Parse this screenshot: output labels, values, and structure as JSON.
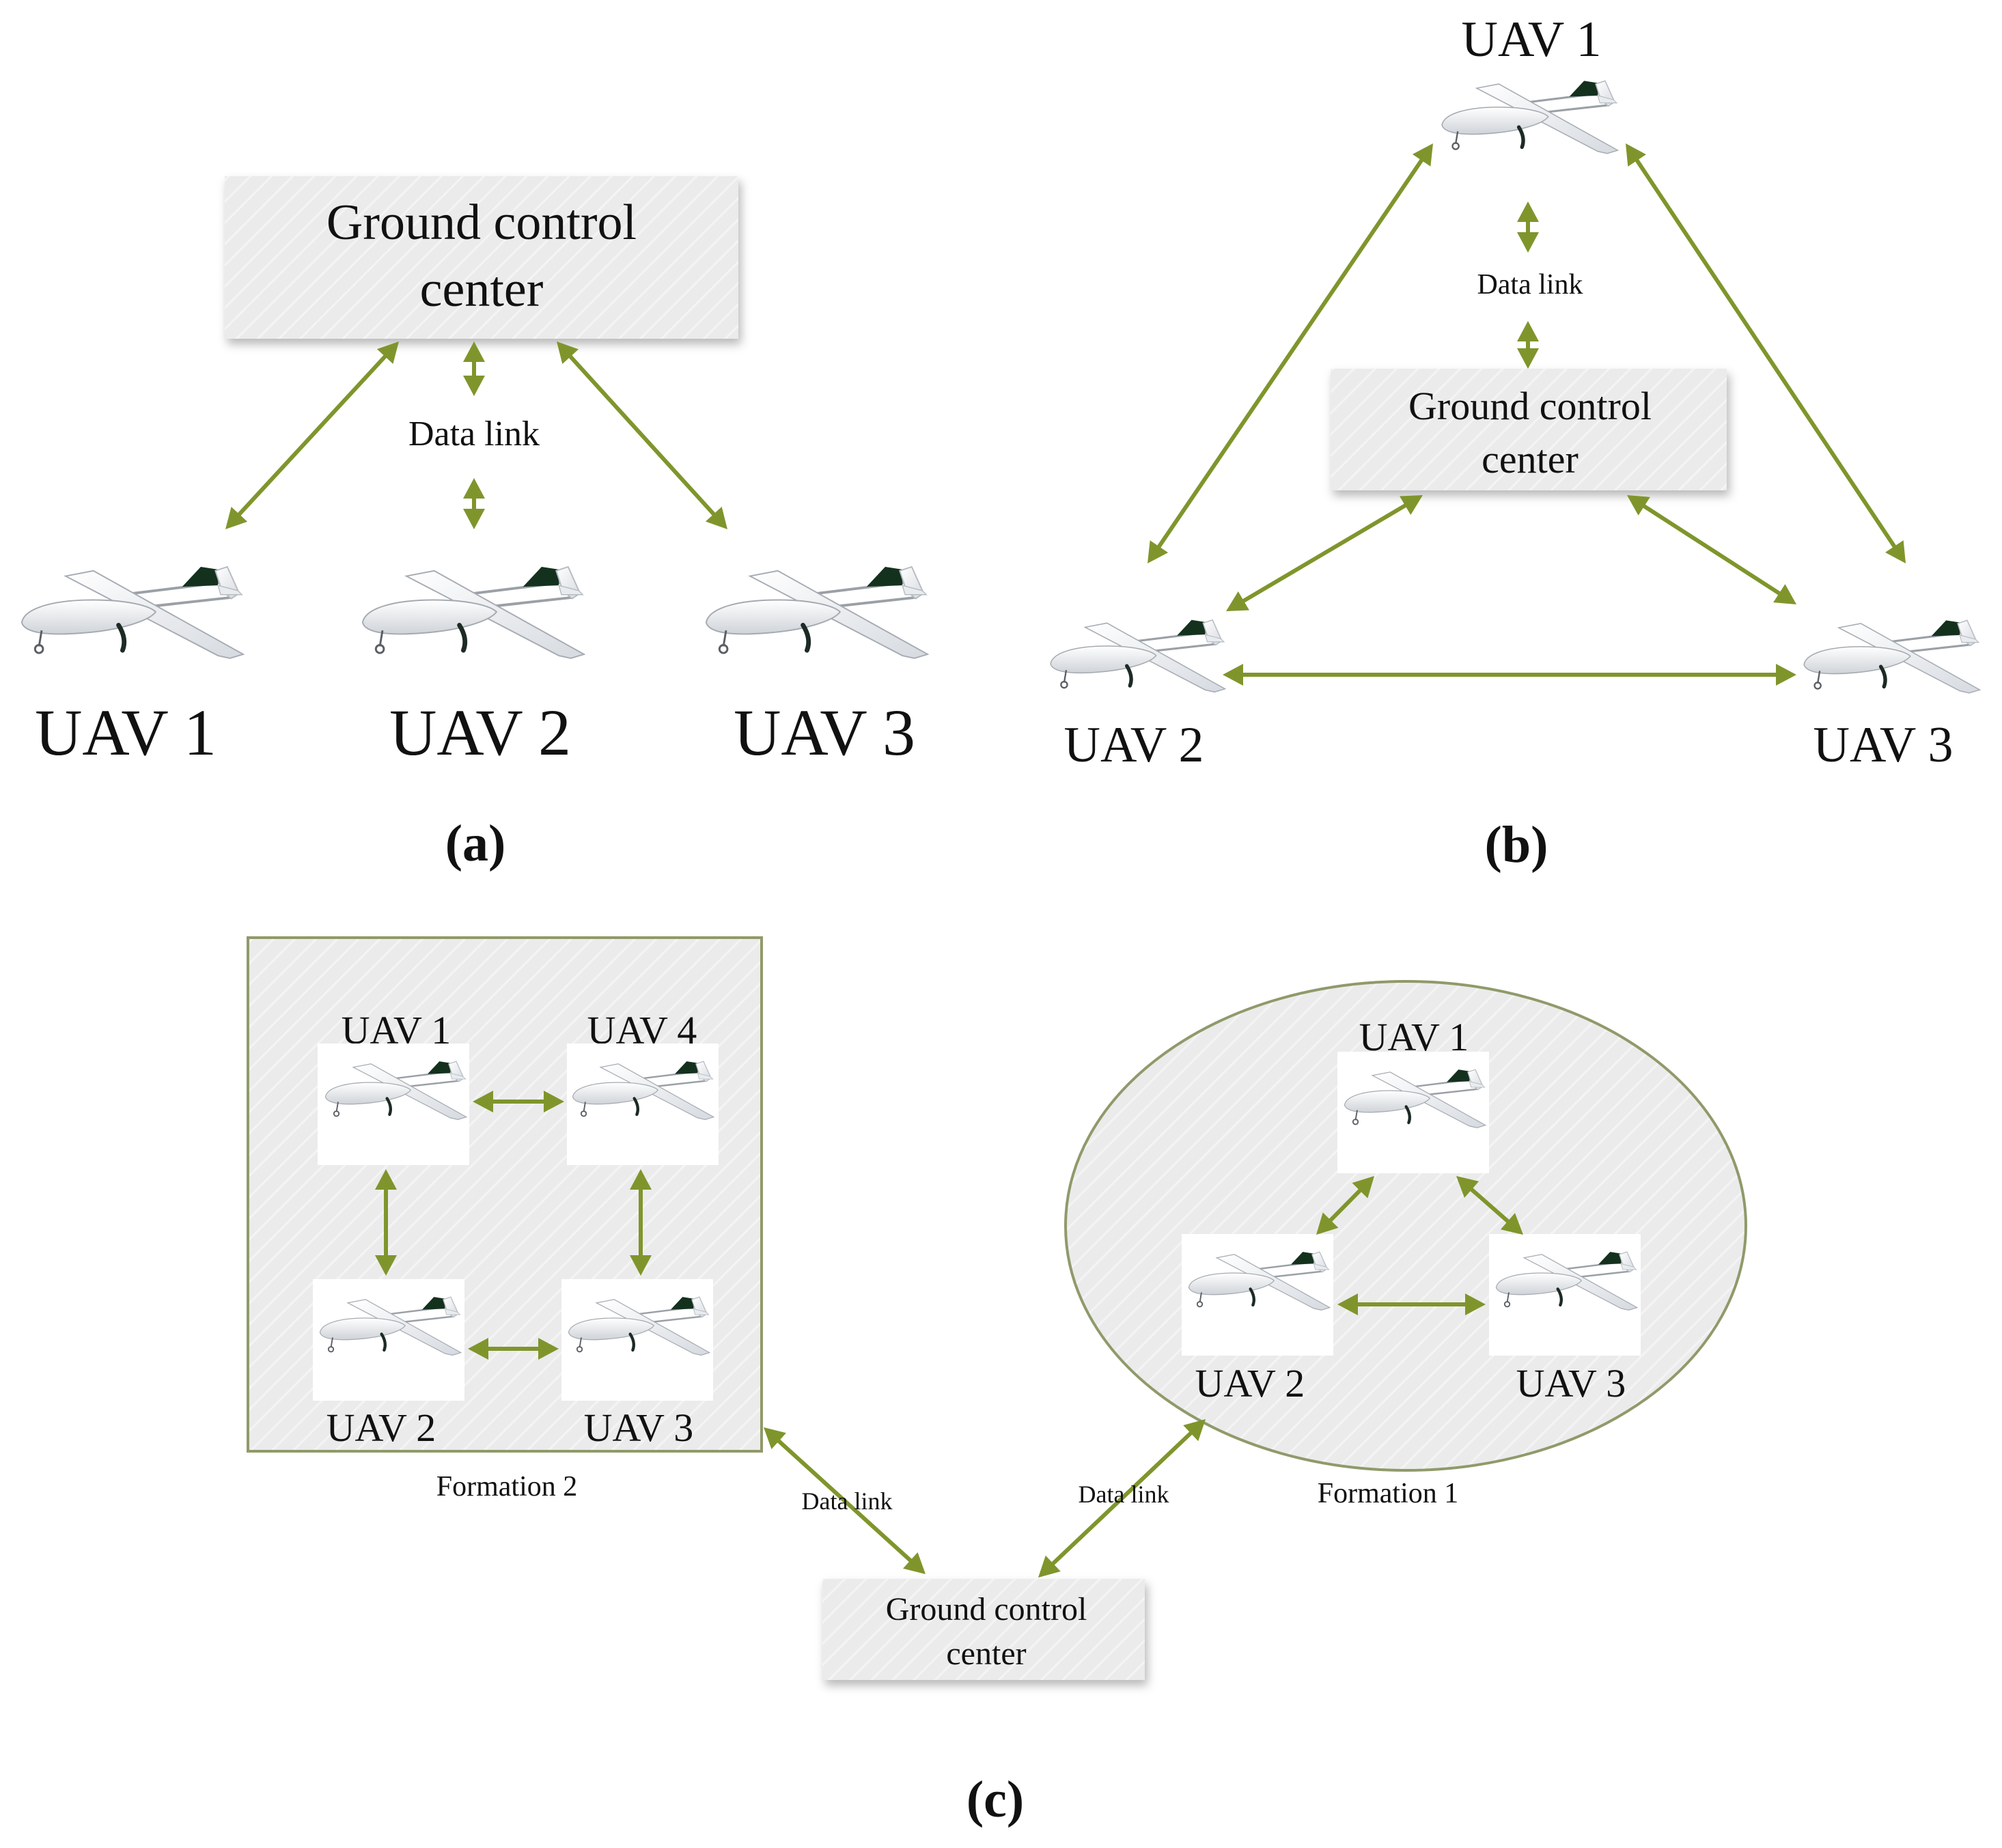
{
  "colors": {
    "link": "#7f952c",
    "box_fill": "#ebebeb",
    "box_hatch": "#f3f3f3",
    "formation_border": "#8f9a6a",
    "text": "#111111"
  },
  "icons": {
    "uav": "uav-drone-icon"
  },
  "panel_a": {
    "caption": "(a)",
    "ground": {
      "line1": "Ground control",
      "line2": "center"
    },
    "data_link": "Data link",
    "uavs": [
      "UAV 1",
      "UAV 2",
      "UAV 3"
    ]
  },
  "panel_b": {
    "caption": "(b)",
    "ground": {
      "line1": "Ground control",
      "line2": "center"
    },
    "data_link": "Data link",
    "uavs": [
      "UAV 1",
      "UAV 2",
      "UAV 3"
    ]
  },
  "panel_c": {
    "caption": "(c)",
    "formation2": {
      "label": "Formation 2",
      "uavs": [
        "UAV 1",
        "UAV 4",
        "UAV 2",
        "UAV 3"
      ]
    },
    "formation1": {
      "label": "Formation 1",
      "uavs": [
        "UAV 1",
        "UAV 2",
        "UAV 3"
      ]
    },
    "data_link_left": "Data link",
    "data_link_right": "Data link",
    "ground": {
      "line1": "Ground control",
      "line2": "center"
    }
  }
}
